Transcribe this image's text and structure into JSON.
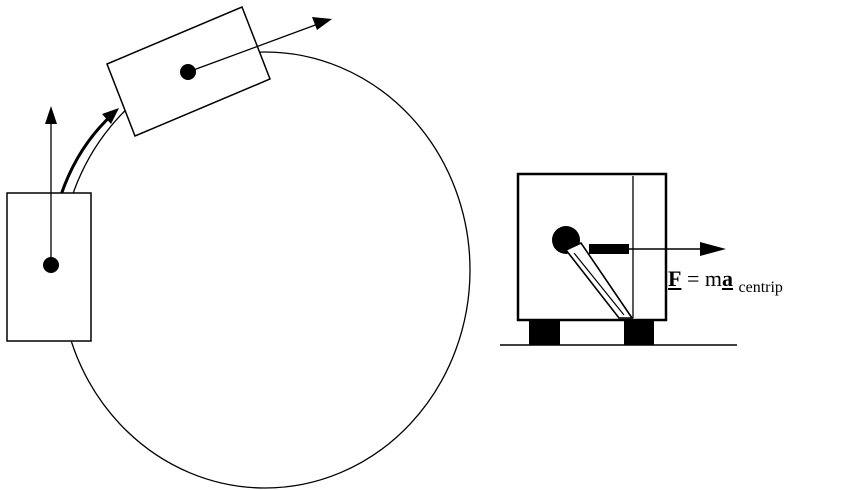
{
  "equation": {
    "force_symbol": "F",
    "equals": "=",
    "mass_symbol": "m",
    "acceleration_symbol": "a",
    "subscript": "centrip"
  },
  "colors": {
    "ink": "#000000",
    "background": "#ffffff"
  }
}
